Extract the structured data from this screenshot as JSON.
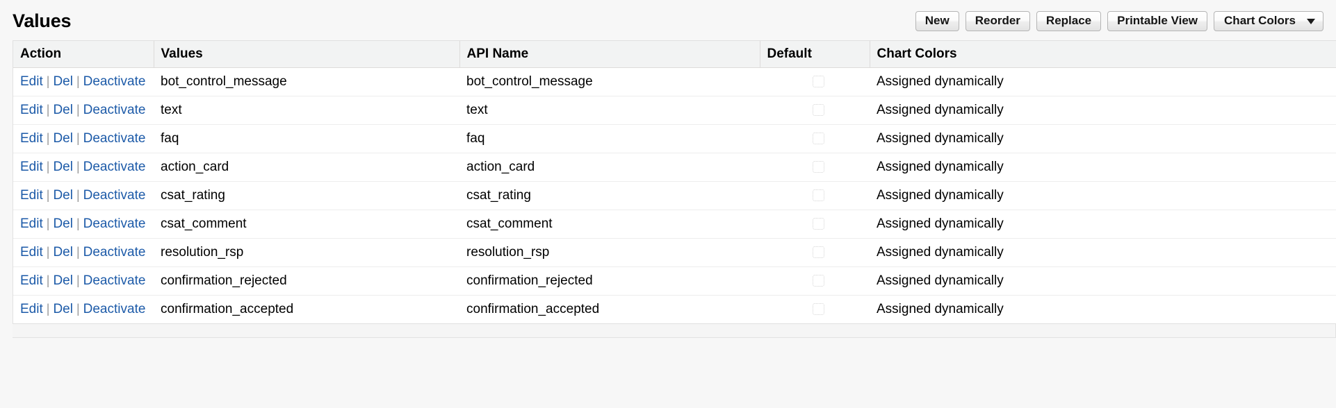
{
  "header": {
    "title": "Values",
    "buttons": [
      {
        "label": "New",
        "name": "new-button",
        "type": "button"
      },
      {
        "label": "Reorder",
        "name": "reorder-button",
        "type": "button"
      },
      {
        "label": "Replace",
        "name": "replace-button",
        "type": "button"
      },
      {
        "label": "Printable View",
        "name": "printable-view-button",
        "type": "button"
      },
      {
        "label": "Chart Colors",
        "name": "chart-colors-dropdown",
        "type": "dropdown",
        "icon": "chevron-down-icon"
      }
    ]
  },
  "table": {
    "columns": [
      {
        "label": "Action",
        "key": "action"
      },
      {
        "label": "Values",
        "key": "value"
      },
      {
        "label": "API Name",
        "key": "api_name"
      },
      {
        "label": "Default",
        "key": "default"
      },
      {
        "label": "Chart Colors",
        "key": "chart_color"
      }
    ],
    "actions": {
      "edit": "Edit",
      "del": "Del",
      "deactivate": "Deactivate",
      "separator": "|"
    },
    "rows": [
      {
        "value": "bot_control_message",
        "api_name": "bot_control_message",
        "default": false,
        "chart_color": "Assigned dynamically"
      },
      {
        "value": "text",
        "api_name": "text",
        "default": false,
        "chart_color": "Assigned dynamically"
      },
      {
        "value": "faq",
        "api_name": "faq",
        "default": false,
        "chart_color": "Assigned dynamically"
      },
      {
        "value": "action_card",
        "api_name": "action_card",
        "default": false,
        "chart_color": "Assigned dynamically"
      },
      {
        "value": "csat_rating",
        "api_name": "csat_rating",
        "default": false,
        "chart_color": "Assigned dynamically"
      },
      {
        "value": "csat_comment",
        "api_name": "csat_comment",
        "default": false,
        "chart_color": "Assigned dynamically"
      },
      {
        "value": "resolution_rsp",
        "api_name": "resolution_rsp",
        "default": false,
        "chart_color": "Assigned dynamically"
      },
      {
        "value": "confirmation_rejected",
        "api_name": "confirmation_rejected",
        "default": false,
        "chart_color": "Assigned dynamically"
      },
      {
        "value": "confirmation_accepted",
        "api_name": "confirmation_accepted",
        "default": false,
        "chart_color": "Assigned dynamically"
      }
    ]
  },
  "colors": {
    "link": "#1c5aa8",
    "page_background": "#f7f7f7",
    "header_row_background": "#f2f3f3",
    "row_border": "#ededed"
  }
}
